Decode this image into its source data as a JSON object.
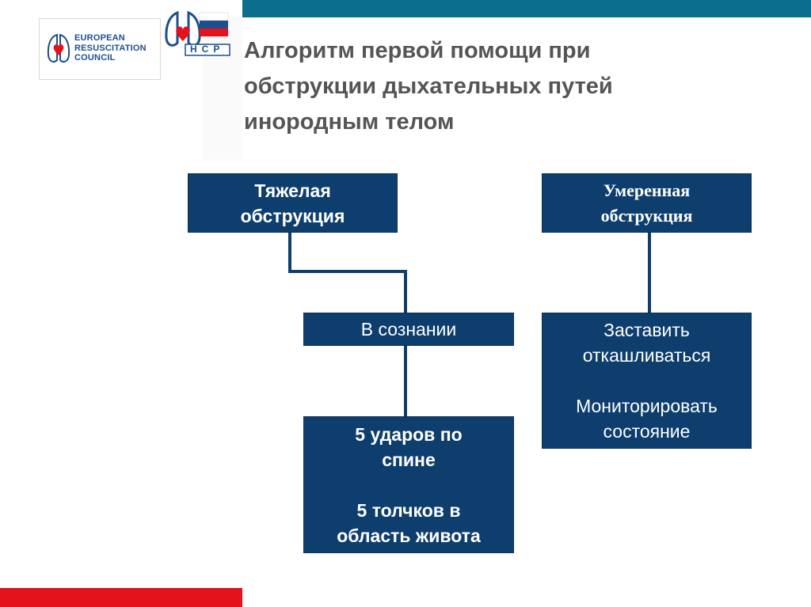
{
  "logos": {
    "erc": {
      "text": "EUROPEAN\nRESUSCITATION\nCOUNCIL"
    },
    "ncr": {
      "text": "НСР"
    }
  },
  "title": "Алгоритм первой помощи при\nобструкции дыхательных путей\nинородным телом",
  "boxes": {
    "severe": "Тяжелая\nобструкция",
    "moderate": "Умеренная\nобструкция",
    "conscious": "В сознании",
    "cough": "Заставить\nоткашливаться\n\nМониторировать\nсостояние",
    "back_blows": "5 ударов по\nспине\n\n5 толчков в\nобласть живота"
  },
  "colors": {
    "box": "#0e3e6e",
    "top_bar": "#0b6e8c",
    "bottom_bar": "#e3121b",
    "title": "#555555"
  }
}
